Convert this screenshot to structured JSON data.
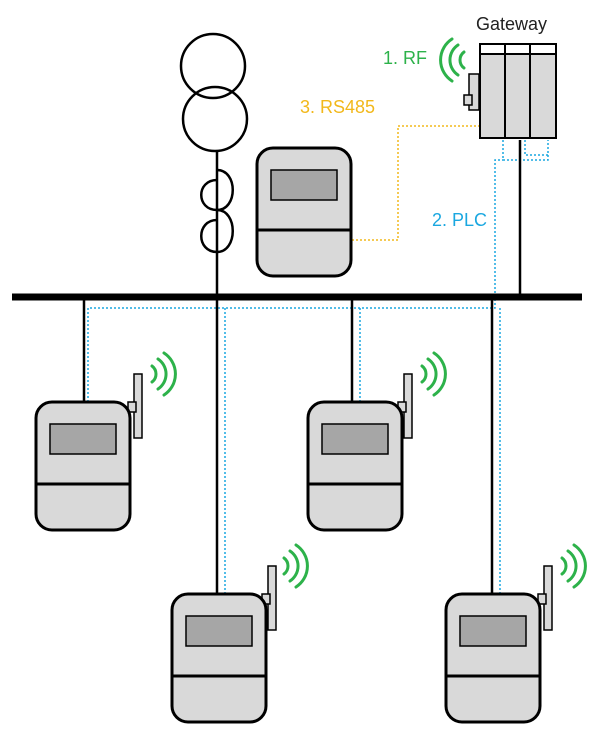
{
  "labels": {
    "gateway": "Gateway",
    "rf": "1. RF",
    "plc": "2. PLC",
    "rs485": "3. RS485"
  },
  "colors": {
    "rf": "#2db24a",
    "plc": "#1aa7e0",
    "rs485": "#f2b81b",
    "device_fill": "#d9d9d9",
    "screen_fill": "#a6a6a6",
    "stroke": "#000000"
  },
  "icons": {
    "transformer": "transformer-icon",
    "inductor": "inductor-coil-icon",
    "wireless": "wireless-signal-icon",
    "meter": "meter-icon",
    "gateway": "gateway-icon"
  }
}
